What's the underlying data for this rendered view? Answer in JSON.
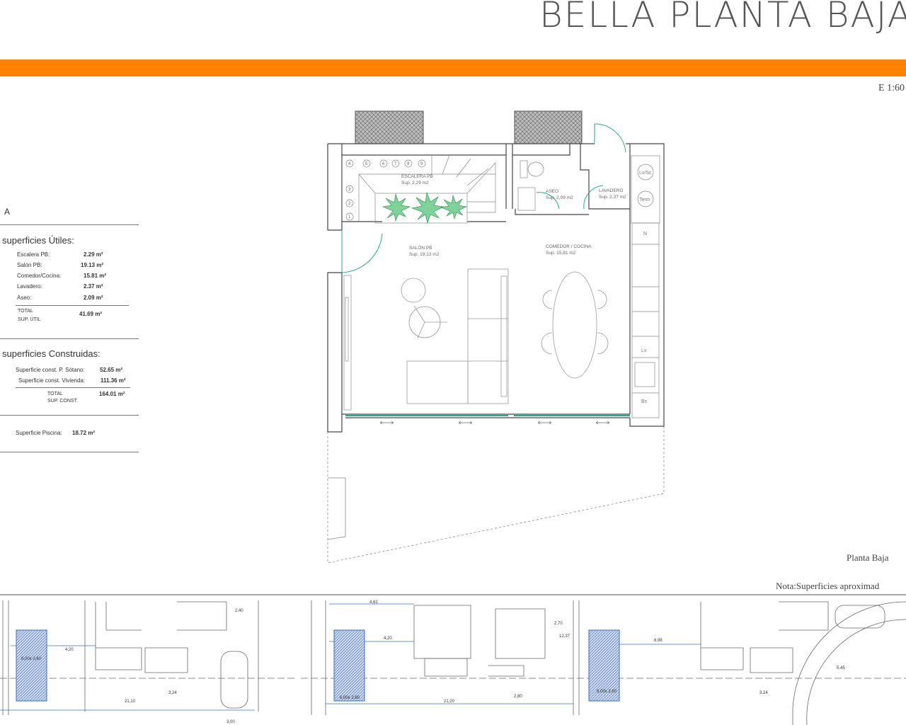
{
  "header": {
    "title": "BELLA PLANTA BAJA A",
    "accent_color": "#ff8300",
    "scale": "E 1:60"
  },
  "left_panel": {
    "type_letter": "A",
    "useful_heading": "superficies Útiles:",
    "useful_rows": [
      {
        "label": "Escalera PB:",
        "value": "2.29 m²"
      },
      {
        "label": "Salón PB:",
        "value": "19.13 m²"
      },
      {
        "label": "Comedor/Cocina:",
        "value": "15.81 m²"
      },
      {
        "label": "Lavadero:",
        "value": "2.37 m²"
      },
      {
        "label": "Aseo:",
        "value": "2.09 m²"
      }
    ],
    "useful_total_label1": "TOTAL",
    "useful_total_label2": "SUP. ÚTIL",
    "useful_total_value": "41.69 m²",
    "built_heading": "superficies Construidas:",
    "built_rows": [
      {
        "label": "Superficie const. P. Sótano:",
        "value": "52.65 m²"
      },
      {
        "label": "Superficie const. Vivienda:",
        "value": "111.36 m²"
      }
    ],
    "built_total_label1": "TOTAL",
    "built_total_label2": "SUP. CONST.",
    "built_total_value": "164.01 m²",
    "pool_label": "Superficie Piscina:",
    "pool_value": "18.72 m²"
  },
  "plan": {
    "rooms": [
      {
        "name": "ESCALERA PB",
        "area": "Sup. 2,29 m2"
      },
      {
        "name": "ASEO",
        "area": "Sup. 2,09 m2"
      },
      {
        "name": "LAVADERO",
        "area": "Sup. 2,37 m2"
      },
      {
        "name": "SALÓN PB",
        "area": "Sup. 19,13 m2"
      },
      {
        "name": "COMEDOR / COCINA",
        "area": "Sup. 15,81 m2"
      }
    ],
    "appliances": [
      "Lv/Sc",
      "Term",
      "N",
      "Lv",
      "Bs"
    ],
    "stair_steps": [
      "1",
      "2",
      "3",
      "4",
      "5",
      "6",
      "7",
      "8",
      "9"
    ]
  },
  "captions": {
    "floor": "Planta Baja",
    "note": "Nota:Superficies aproximad"
  },
  "site_plan": {
    "dims": [
      "4,20",
      "21,10",
      "2,40",
      "3,24",
      "3,00",
      "4,20",
      "21,20",
      "2,70",
      "12,37",
      "2,80",
      "6,98",
      "3,24",
      "5,45",
      "4,62"
    ],
    "pool_labels": [
      "6,00x 2,60",
      "6,00x 2,60",
      "6,00x 2,60"
    ]
  }
}
